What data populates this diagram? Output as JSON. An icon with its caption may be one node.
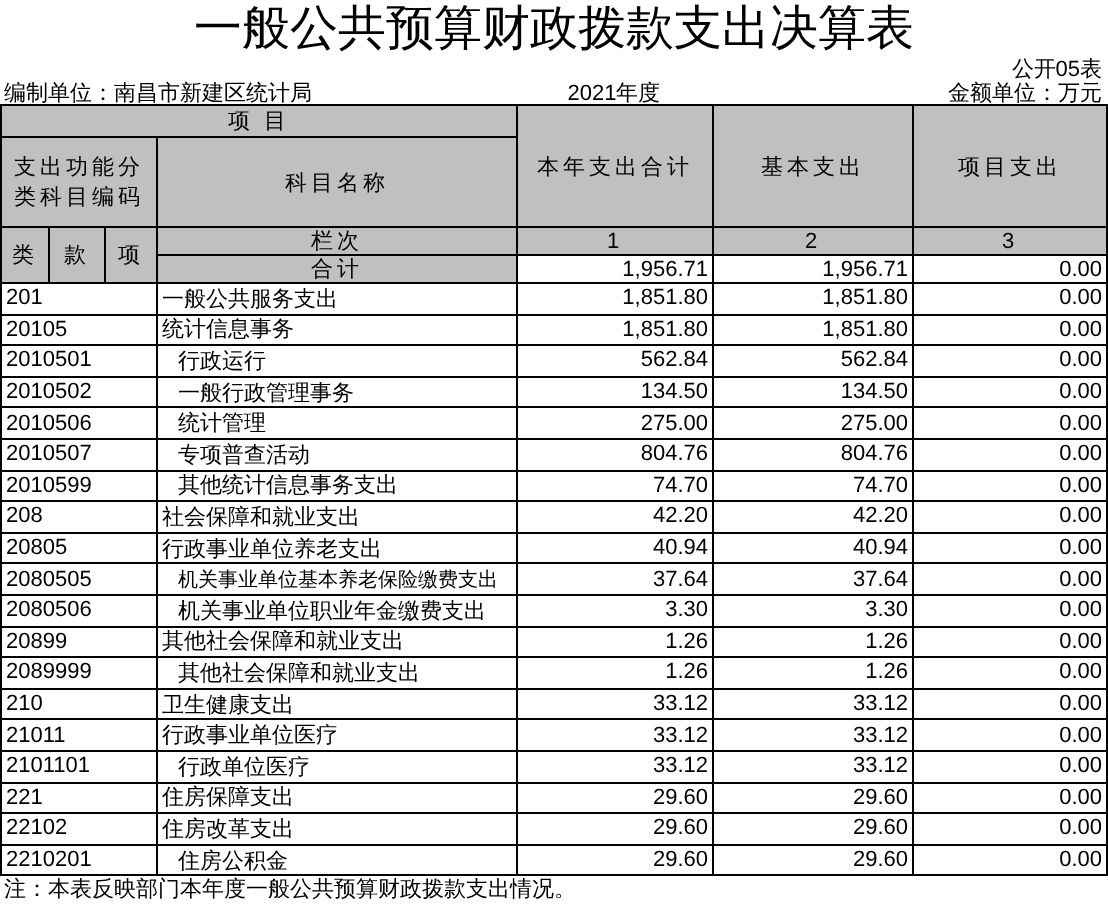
{
  "diagram": {
    "title": "一般公共预算财政拨款支出决算表",
    "labels": [
      "公开05表",
      "编制单位：南昌市新建区统计局",
      "2021年度",
      "金额单位：万元",
      "项 目",
      "本年支出合计",
      "基本支出",
      "项目支出",
      "支出功能分类科目编码",
      "科目名称",
      "类",
      "款",
      "项",
      "栏次",
      "1",
      "2",
      "3",
      "合计",
      "1,956.71",
      "1,956.71",
      "0.00",
      "201",
      "一般公共服务支出",
      "1,851.80",
      "1,851.80",
      "0.00",
      "20105",
      "统计信息事务",
      "1,851.80",
      "1,851.80",
      "0.00",
      "2010501",
      "行政运行",
      "562.84",
      "562.84",
      "0.00",
      "2010502",
      "一般行政管理事务",
      "134.50",
      "134.50",
      "0.00",
      "2010506",
      "统计管理",
      "275.00",
      "275.00",
      "0.00",
      "2010507",
      "专项普查活动",
      "804.76",
      "804.76",
      "0.00",
      "2010599",
      "其他统计信息事务支出",
      "74.70",
      "74.70",
      "0.00",
      "208",
      "社会保障和就业支出",
      "42.20",
      "42.20",
      "0.00",
      "20805",
      "行政事业单位养老支出",
      "40.94",
      "40.94",
      "0.00",
      "2080505",
      "机关事业单位基本养老保险缴费支出",
      "37.64",
      "37.64",
      "0.00",
      "2080506",
      "机关事业单位职业年金缴费支出",
      "3.30",
      "3.30",
      "0.00",
      "20899",
      "其他社会保障和就业支出",
      "1.26",
      "1.26",
      "0.00",
      "2089999",
      "其他社会保障和就业支出",
      "1.26",
      "1.26",
      "0.00",
      "210",
      "卫生健康支出",
      "33.12",
      "33.12",
      "0.00",
      "21011",
      "行政事业单位医疗",
      "33.12",
      "33.12",
      "0.00",
      "2101101",
      "行政单位医疗",
      "33.12",
      "33.12",
      "0.00",
      "221",
      "住房保障支出",
      "29.60",
      "29.60",
      "0.00",
      "22102",
      "住房改革支出",
      "29.60",
      "29.60",
      "0.00",
      "2210201",
      "住房公积金",
      "29.60",
      "29.60",
      "0.00",
      "注：本表反映部门本年度一般公共预算财政拨款支出情况。"
    ]
  }
}
